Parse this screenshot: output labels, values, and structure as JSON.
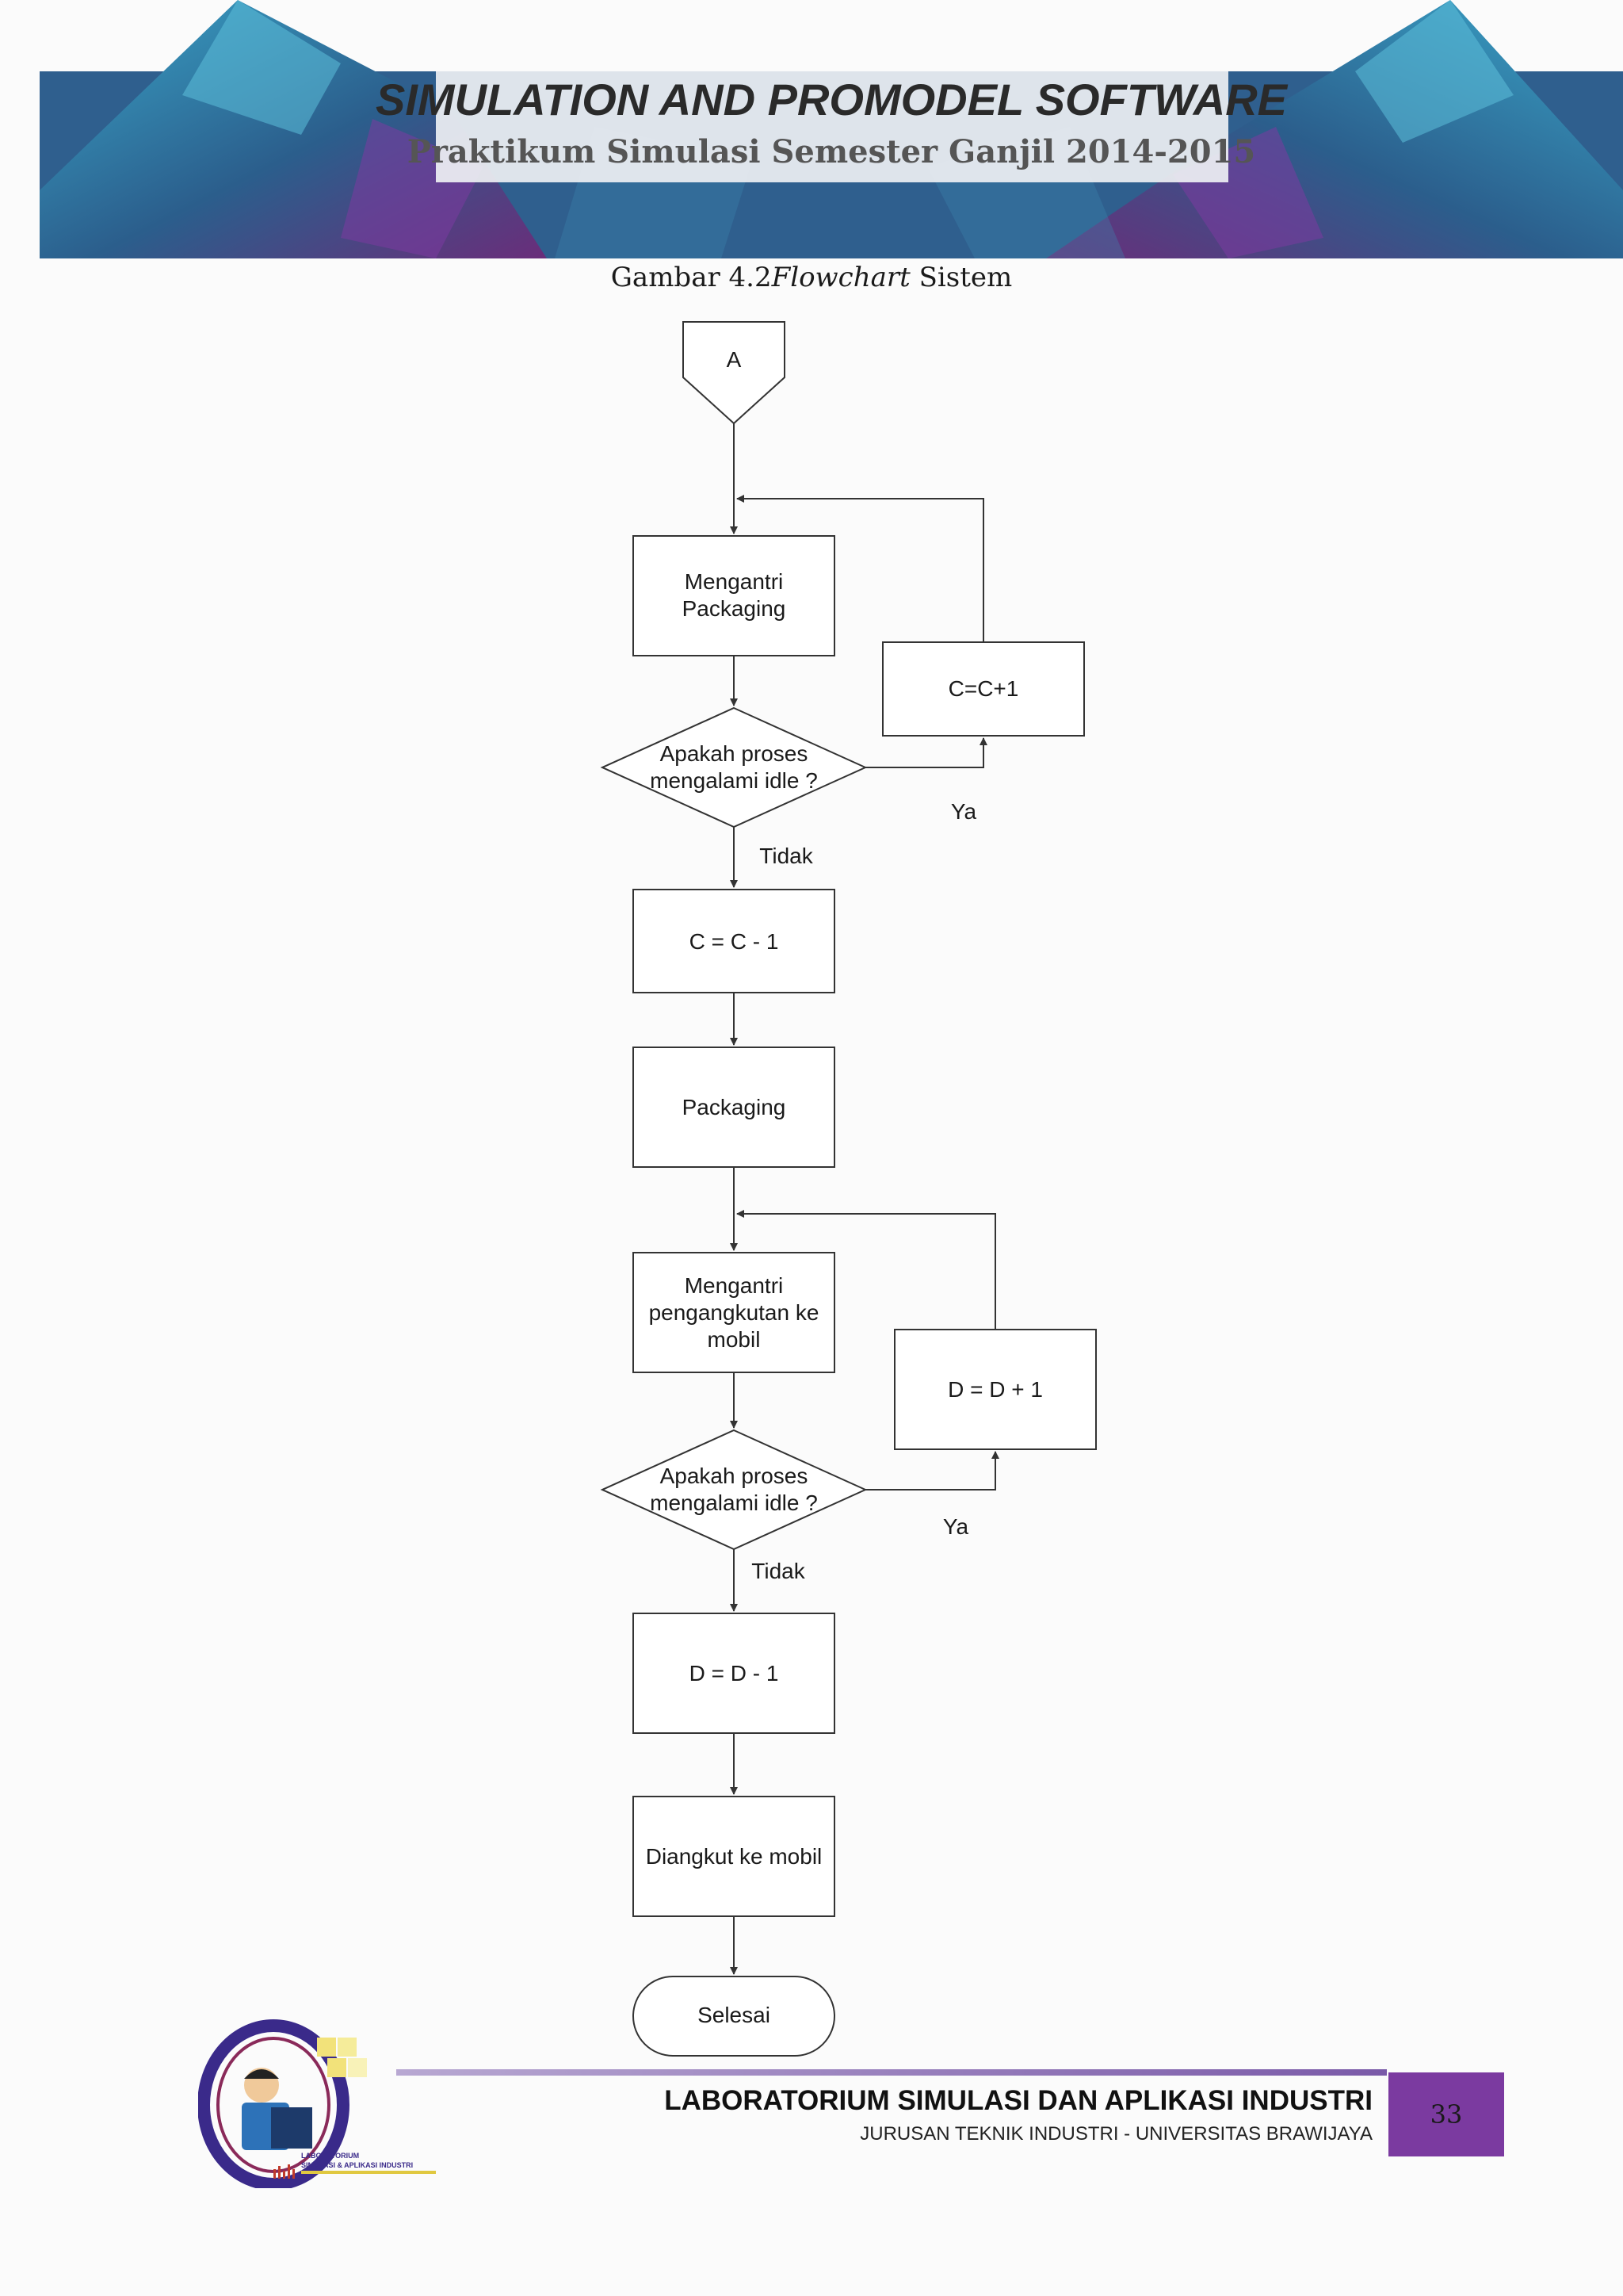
{
  "header": {
    "title": "SIMULATION AND PROMODEL SOFTWARE",
    "subtitle": "Praktikum Simulasi Semester Ganjil 2014-2015"
  },
  "caption": {
    "prefix": "Gambar 4.2",
    "italic": "Flowchart",
    "suffix": " Sistem"
  },
  "flowchart": {
    "connector": "A",
    "queue_packaging_line1": "Mengantri",
    "queue_packaging_line2": "Packaging",
    "decision1_line1": "Apakah proses",
    "decision1_line2": "mengalami idle ?",
    "c_increment": "C=C+1",
    "yes1": "Ya",
    "no1": "Tidak",
    "c_decrement": "C = C - 1",
    "packaging": "Packaging",
    "queue_transport_line1": "Mengantri",
    "queue_transport_line2": "pengangkutan ke",
    "queue_transport_line3": "mobil",
    "d_increment": "D = D + 1",
    "decision2_line1": "Apakah proses",
    "decision2_line2": "mengalami idle ?",
    "yes2": "Ya",
    "no2": "Tidak",
    "d_decrement": "D = D - 1",
    "loaded": "Diangkut ke mobil",
    "end": "Selesai"
  },
  "footer": {
    "title": "LABORATORIUM SIMULASI DAN APLIKASI INDUSTRI",
    "subtitle": "JURUSAN TEKNIK INDUSTRI - UNIVERSITAS BRAWIJAYA",
    "page_number": "33",
    "logo_text_line1": "LABORATORIUM",
    "logo_text_line2": "SIMULASI & APLIKASI INDUSTRI"
  },
  "colors": {
    "banner_blue": "#2a8fb8",
    "banner_purple": "#6a2d7a",
    "footer_purple": "#7b3aa0",
    "line": "#333333"
  }
}
